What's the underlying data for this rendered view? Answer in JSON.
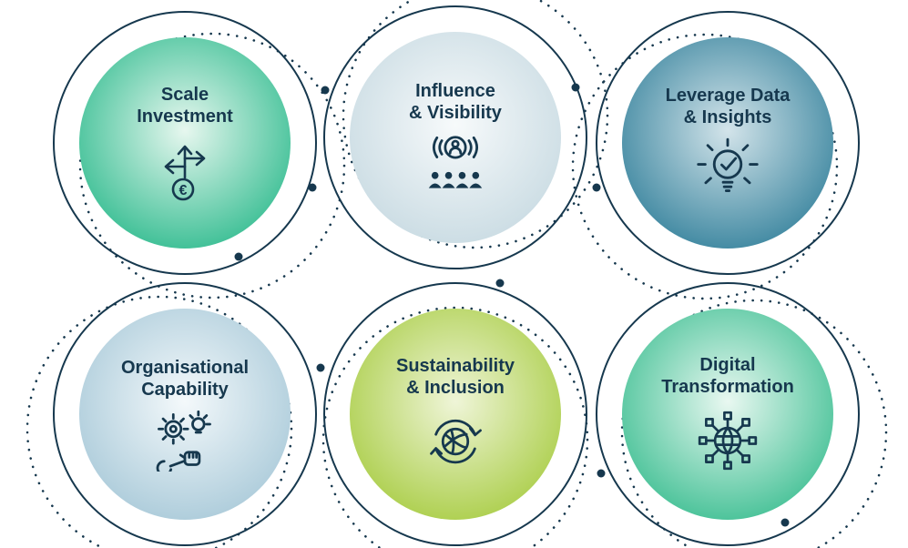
{
  "colors": {
    "ring": "#16384e",
    "text": "#16384e",
    "icon": "#16384e"
  },
  "items": [
    {
      "id": "scale-investment",
      "label_line1": "Scale",
      "label_line2": "Investment",
      "icon": "branching-arrows-euro-icon",
      "gradient_center": "#e7f7ef",
      "gradient_edge": "#29b98b"
    },
    {
      "id": "influence-visibility",
      "label_line1": "Influence",
      "label_line2": "& Visibility",
      "icon": "speaker-audience-icon",
      "gradient_center": "#f7fafb",
      "gradient_edge": "#c6d9e1"
    },
    {
      "id": "leverage-data-insights",
      "label_line1": "Leverage Data",
      "label_line2": "& Insights",
      "icon": "lightbulb-check-icon",
      "gradient_center": "#d3e4ea",
      "gradient_edge": "#2f7e99"
    },
    {
      "id": "organisational-capability",
      "label_line1": "Organisational",
      "label_line2": "Capability",
      "icon": "gears-hand-tools-icon",
      "gradient_center": "#f4f9fb",
      "gradient_edge": "#a5c7d7"
    },
    {
      "id": "sustainability-inclusion",
      "label_line1": "Sustainability",
      "label_line2": "& Inclusion",
      "icon": "recycle-leaf-icon",
      "gradient_center": "#eff5d8",
      "gradient_edge": "#a6cb3f"
    },
    {
      "id": "digital-transformation",
      "label_line1": "Digital",
      "label_line2": "Transformation",
      "icon": "connected-globe-icon",
      "gradient_center": "#e9f8f1",
      "gradient_edge": "#36bc8e"
    }
  ]
}
